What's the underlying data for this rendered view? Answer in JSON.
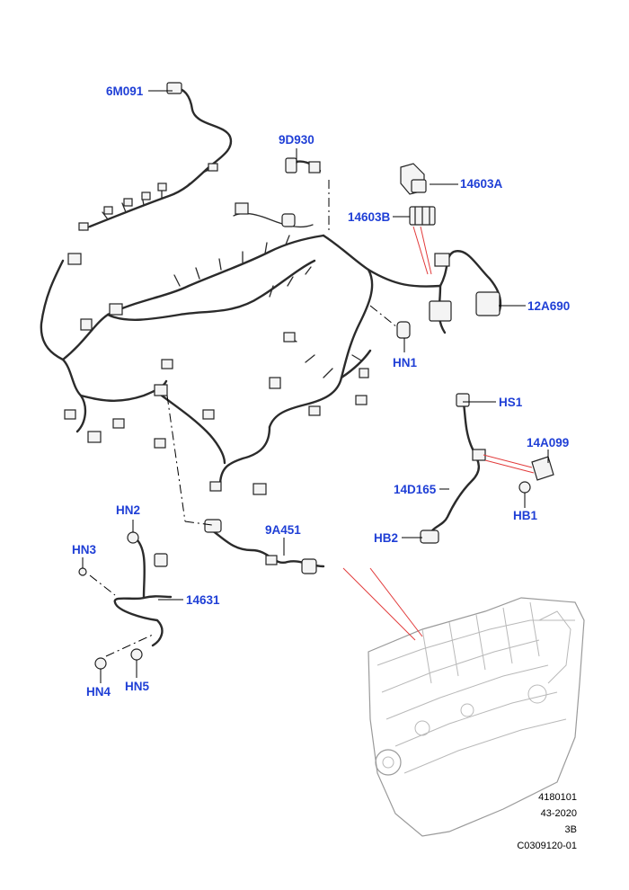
{
  "labels": {
    "m6091": "6M091",
    "d9930": "9D930",
    "a14603": "14603A",
    "b14603": "14603B",
    "a12690": "12A690",
    "hn1": "HN1",
    "hs1": "HS1",
    "a14099": "14A099",
    "d14165": "14D165",
    "hb1": "HB1",
    "hb2": "HB2",
    "hn2": "HN2",
    "hn3": "HN3",
    "a9451": "9A451",
    "p14631": "14631",
    "hn4": "HN4",
    "hn5": "HN5"
  },
  "reference": {
    "line1": "4180101",
    "line2": "43-2020",
    "line3": "3B",
    "line4": "C0309120-01"
  },
  "colors": {
    "callout": "#1f3fd6",
    "leader_red": "#e23b3b",
    "line": "#2b2b2b"
  }
}
